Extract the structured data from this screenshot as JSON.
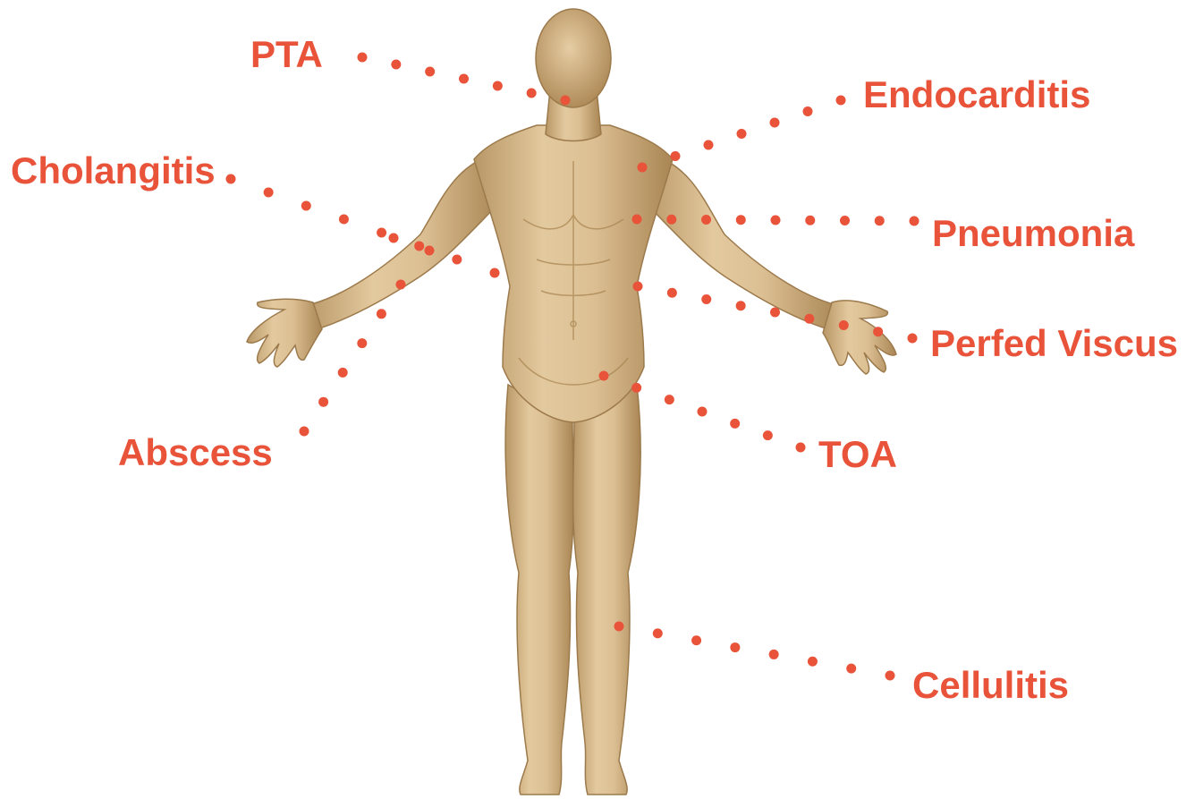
{
  "colors": {
    "accent": "#e8533a",
    "skin": "#dcc094",
    "background": "#ffffff"
  },
  "figure": {
    "icon": "human-body-figure"
  },
  "labels": {
    "pta": "PTA",
    "endocarditis": "Endocarditis",
    "cholangitis": "Cholangitis",
    "pneumonia": "Pneumonia",
    "perfed_viscus": "Perfed Viscus",
    "abscess": "Abscess",
    "toa": "TOA",
    "cellulitis": "Cellulitis"
  }
}
